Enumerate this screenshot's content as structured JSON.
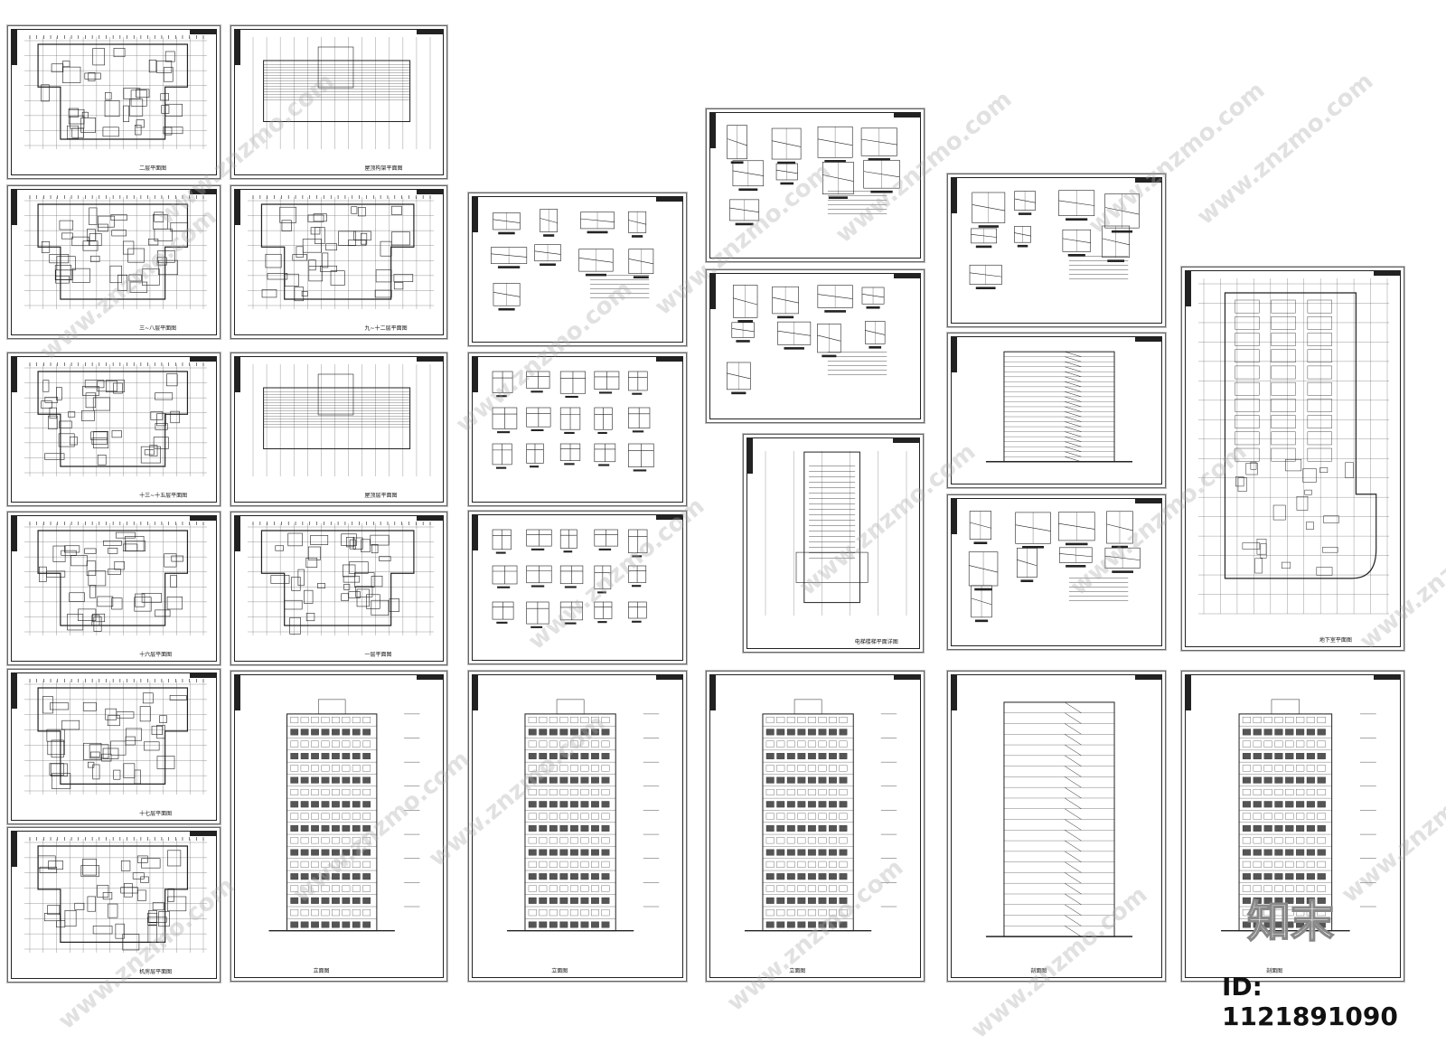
{
  "sheets": [
    {
      "id": "s1",
      "kind": "plan",
      "caption": "二层平面图"
    },
    {
      "id": "s2",
      "kind": "roof",
      "caption": "屋顶构架平面图"
    },
    {
      "id": "s3",
      "kind": "plan",
      "caption": "三~八层平面图"
    },
    {
      "id": "s4",
      "kind": "plan",
      "caption": "九~十二层平面图"
    },
    {
      "id": "s5",
      "kind": "plan",
      "caption": "十三~十五层平面图"
    },
    {
      "id": "s6",
      "kind": "roof2",
      "caption": "屋顶层平面图"
    },
    {
      "id": "s7",
      "kind": "plan",
      "caption": "十六层平面图"
    },
    {
      "id": "s8",
      "kind": "plan",
      "caption": "一层平面图"
    },
    {
      "id": "s9",
      "kind": "plan",
      "caption": "十七层平面图"
    },
    {
      "id": "s10",
      "kind": "plan",
      "caption": "机房层平面图"
    },
    {
      "id": "s11",
      "kind": "detail",
      "caption": ""
    },
    {
      "id": "s12",
      "kind": "windows",
      "caption": ""
    },
    {
      "id": "s13",
      "kind": "windows",
      "caption": ""
    },
    {
      "id": "s14",
      "kind": "detail",
      "caption": ""
    },
    {
      "id": "s15",
      "kind": "detail",
      "caption": ""
    },
    {
      "id": "s16",
      "kind": "stair",
      "caption": "电梯楼梯平面详图"
    },
    {
      "id": "s17",
      "kind": "detail",
      "caption": ""
    },
    {
      "id": "s18",
      "kind": "section",
      "caption": ""
    },
    {
      "id": "s19",
      "kind": "detail",
      "caption": ""
    },
    {
      "id": "s20",
      "kind": "basement",
      "caption": "地下室平面图"
    },
    {
      "id": "s21",
      "kind": "elevation",
      "caption": "立面图"
    },
    {
      "id": "s22",
      "kind": "elevation",
      "caption": "立面图"
    },
    {
      "id": "s23",
      "kind": "elevation",
      "caption": "立面图"
    },
    {
      "id": "s24",
      "kind": "section",
      "caption": "剖面图"
    },
    {
      "id": "s25",
      "kind": "elevation",
      "caption": "剖面图"
    }
  ],
  "watermark": {
    "text": "www.znzmo.com",
    "logo": "知末"
  },
  "id_label": "ID: 1121891090"
}
